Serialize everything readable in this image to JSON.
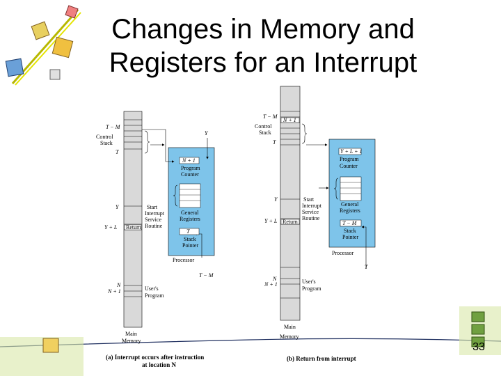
{
  "title_line1": "Changes in Memory and",
  "title_line2": "Registers for an Interrupt",
  "slide_number": "33",
  "colors": {
    "processor_fill": "#7ec4ea",
    "memory_fill": "#d9d9d9"
  },
  "left": {
    "label_T_M": "T − M",
    "label_Y_top": "Y",
    "control_stack": [
      "Control",
      "Stack"
    ],
    "label_T": "T",
    "label_Y": "Y",
    "start": "Start",
    "isr": [
      "Interrupt",
      "Service",
      "Routine"
    ],
    "label_Y_L": "Y + L",
    "return": "Return",
    "label_N": "N",
    "label_N1": "N + 1",
    "users_program": [
      "User's",
      "Program"
    ],
    "main_memory": [
      "Main",
      "Memory"
    ],
    "pc_value": "N + 1",
    "program_counter": [
      "Program",
      "Counter"
    ],
    "general_registers": [
      "General",
      "Registers"
    ],
    "sp_value": "T",
    "stack_pointer": [
      "Stack",
      "Pointer"
    ],
    "processor": "Processor",
    "bottom_T_M": "T − M",
    "caption": [
      "(a) Interrupt occurs after instruction",
      "at location N"
    ]
  },
  "right": {
    "label_T_M": "T − M",
    "stack_entry": "N + 1",
    "control_stack": [
      "Control",
      "Stack"
    ],
    "label_T": "T",
    "label_Y": "Y",
    "start": "Start",
    "isr": [
      "Interrupt",
      "Service",
      "Routine"
    ],
    "label_Y_L": "Y + L",
    "return": "Return",
    "label_N": "N",
    "label_N1": "N + 1",
    "users_program": [
      "User's",
      "Program"
    ],
    "main_memory": [
      "Main",
      "Memory"
    ],
    "pc_value": "Y + L + 1",
    "program_counter": [
      "Program",
      "Counter"
    ],
    "general_registers": [
      "General",
      "Registers"
    ],
    "sp_value": "T − M",
    "stack_pointer": [
      "Stack",
      "Pointer"
    ],
    "processor": "Processor",
    "bottom_T": "T",
    "caption": "(b) Return from interrupt"
  }
}
